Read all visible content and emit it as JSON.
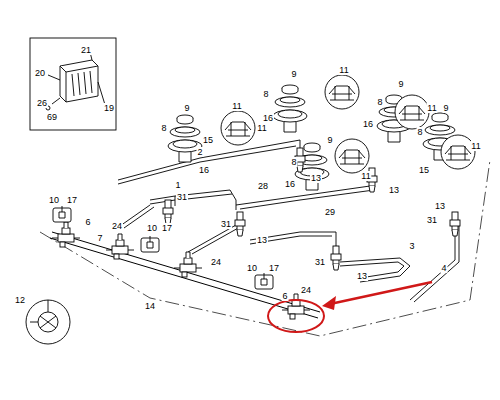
{
  "diagram": {
    "labels": [
      "21",
      "20",
      "26",
      "69",
      "19",
      "9",
      "8",
      "11",
      "16",
      "9",
      "8",
      "11",
      "15",
      "9",
      "8",
      "11",
      "16",
      "2",
      "16",
      "11",
      "9",
      "8",
      "11",
      "16",
      "13",
      "9",
      "8",
      "11",
      "15",
      "13",
      "13",
      "31",
      "1",
      "31",
      "28",
      "29",
      "31",
      "13",
      "3",
      "4",
      "31",
      "13",
      "10",
      "17",
      "6",
      "24",
      "7",
      "10",
      "17",
      "24",
      "14",
      "10",
      "17",
      "6",
      "24",
      "12"
    ]
  }
}
